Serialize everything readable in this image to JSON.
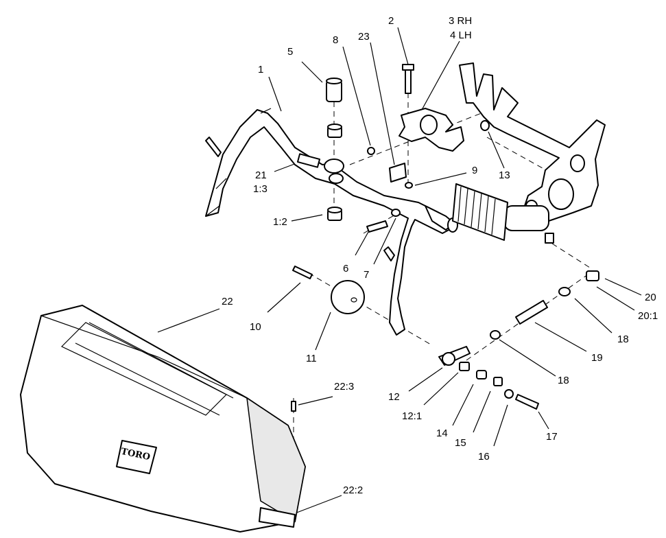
{
  "callouts": {
    "c1": "1",
    "c2": "2",
    "c3": "3 RH",
    "c4": "4 LH",
    "c5": "5",
    "c6": "6",
    "c7": "7",
    "c8": "8",
    "c9": "9",
    "c10": "10",
    "c11": "11",
    "c12": "12",
    "c12_1": "12:1",
    "c13": "13",
    "c14": "14",
    "c15": "15",
    "c16": "16",
    "c17": "17",
    "c18a": "18",
    "c18b": "18",
    "c19": "19",
    "c20": "20",
    "c20_1": "20:1",
    "c21": "21",
    "c1_3": "1:3",
    "c1_2": "1:2",
    "c22": "22",
    "c22_3": "22:3",
    "c22_2": "22:2",
    "c23": "23"
  },
  "logo_text": "TORO"
}
